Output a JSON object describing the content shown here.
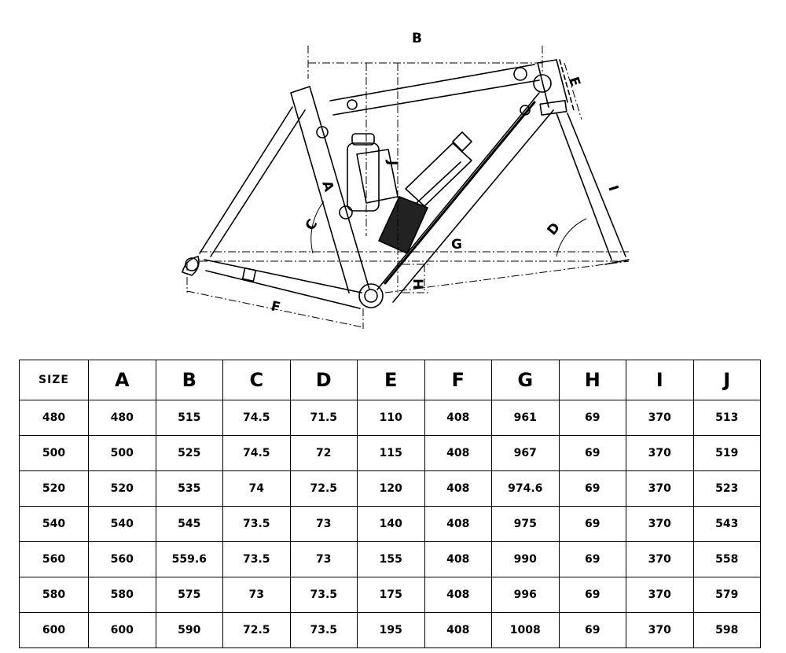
{
  "diagram": {
    "labels": {
      "A": "A",
      "B": "B",
      "C": "C",
      "D": "D",
      "E": "E",
      "F": "F",
      "G": "G",
      "H": "H",
      "I": "I",
      "J": "J"
    }
  },
  "table": {
    "headers": [
      "SIZE",
      "A",
      "B",
      "C",
      "D",
      "E",
      "F",
      "G",
      "H",
      "I",
      "J"
    ],
    "rows": [
      [
        "480",
        "480",
        "515",
        "74.5",
        "71.5",
        "110",
        "408",
        "961",
        "69",
        "370",
        "513"
      ],
      [
        "500",
        "500",
        "525",
        "74.5",
        "72",
        "115",
        "408",
        "967",
        "69",
        "370",
        "519"
      ],
      [
        "520",
        "520",
        "535",
        "74",
        "72.5",
        "120",
        "408",
        "974.6",
        "69",
        "370",
        "523"
      ],
      [
        "540",
        "540",
        "545",
        "73.5",
        "73",
        "140",
        "408",
        "975",
        "69",
        "370",
        "543"
      ],
      [
        "560",
        "560",
        "559.6",
        "73.5",
        "73",
        "155",
        "408",
        "990",
        "69",
        "370",
        "558"
      ],
      [
        "580",
        "580",
        "575",
        "73",
        "73.5",
        "175",
        "408",
        "996",
        "69",
        "370",
        "579"
      ],
      [
        "600",
        "600",
        "590",
        "72.5",
        "73.5",
        "195",
        "408",
        "1008",
        "69",
        "370",
        "598"
      ]
    ]
  }
}
